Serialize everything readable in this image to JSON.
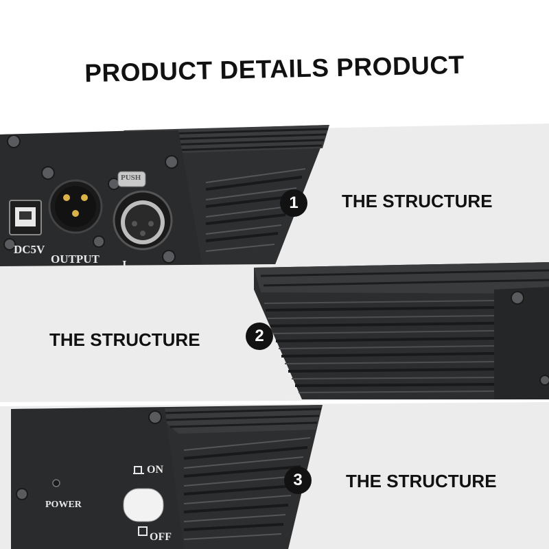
{
  "title": "PRODUCT DETAILS PRODUCT",
  "sections": [
    {
      "number": "1",
      "label": "THE STRUCTURE"
    },
    {
      "number": "2",
      "label": "THE STRUCTURE"
    },
    {
      "number": "3",
      "label": "THE STRUCTURE"
    }
  ],
  "device_labels": {
    "dc5v": "DC5V",
    "output": "OUTPUT",
    "input_fragment": "I",
    "push_tab": "PUSH",
    "power": "POWER",
    "on": "ON",
    "off": "OFF"
  },
  "colors": {
    "panel_bg": "#ececec",
    "badge": "#121212",
    "device_body": "#2b2c2e",
    "fin_dark": "#1a1b1c",
    "fin_light": "#4a4b4d"
  }
}
